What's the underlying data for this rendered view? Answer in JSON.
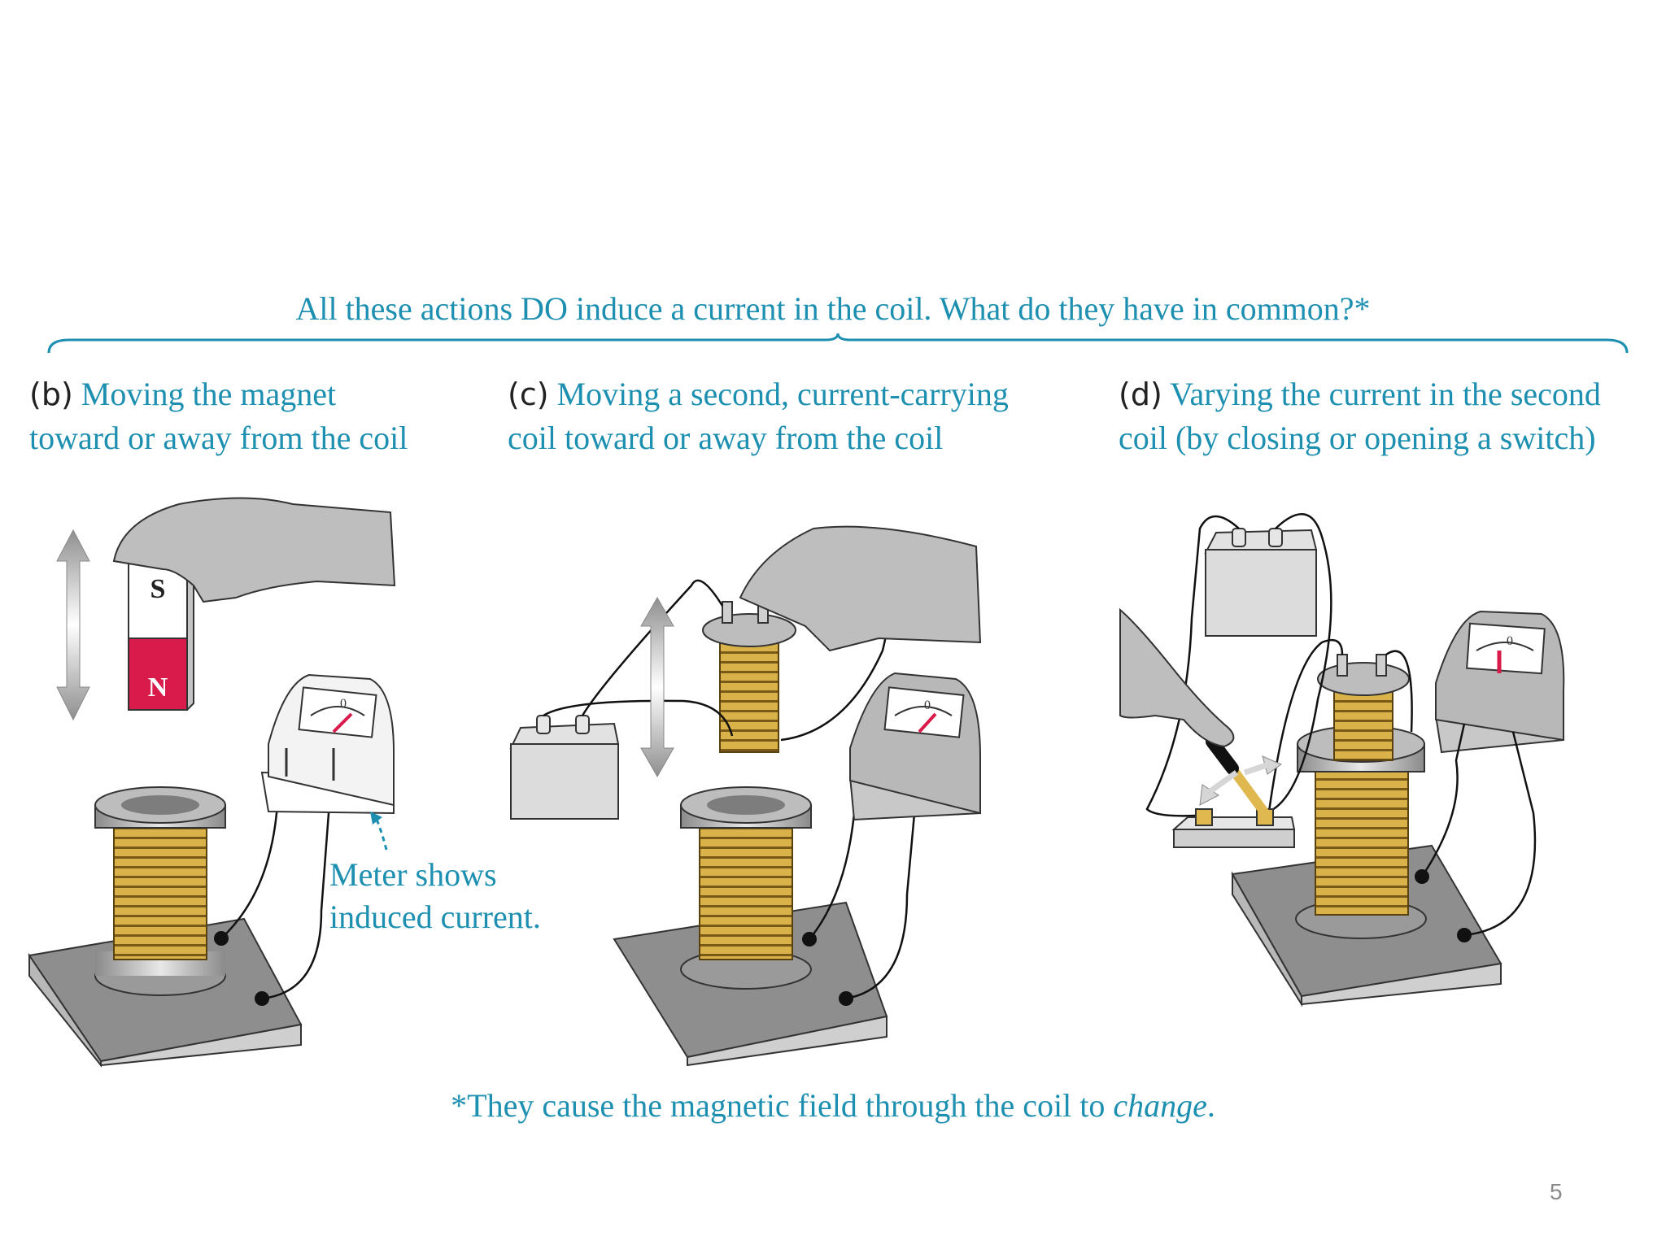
{
  "header": {
    "title": "All these actions DO induce a current in the coil. What do they have in common?*"
  },
  "panels": [
    {
      "letter": "(b)",
      "line1": "Moving the magnet",
      "line2": "toward or away from the coil"
    },
    {
      "letter": "(c)",
      "line1": "Moving a second, current-carrying",
      "line2": "coil toward or away from the coil"
    },
    {
      "letter": "(d)",
      "line1": "Varying the current in the second",
      "line2": "coil (by closing or opening a switch)"
    }
  ],
  "magnet": {
    "south": "S",
    "north": "N"
  },
  "callout": {
    "line1": "Meter shows",
    "line2": "induced current."
  },
  "meter": {
    "zero": "0"
  },
  "footer": {
    "prefix": "*They cause the magnetic field through the coil to ",
    "emph": "change",
    "suffix": "."
  },
  "page_number": "5",
  "colors": {
    "text_blue": "#1d8fb0",
    "magnet_red": "#d81b4a",
    "coil_gold": "#d9b24a"
  }
}
